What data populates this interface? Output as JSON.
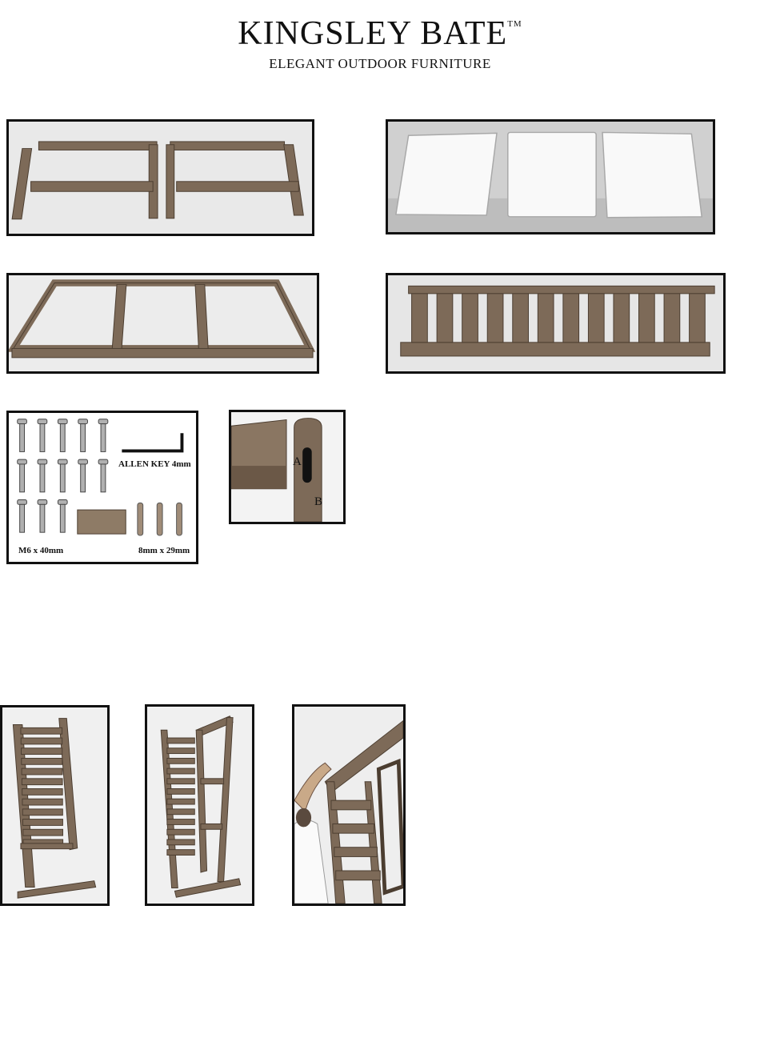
{
  "header": {
    "brand": "KINGSLEY BATE",
    "trademark": "TM",
    "tagline": "ELEGANT OUTDOOR FURNITURE"
  },
  "photos": {
    "frames": "side-frames-photo",
    "cushions": "seat-cushions-photo",
    "seat": "seat-frame-photo",
    "back": "slatted-back-photo",
    "hardware": {
      "allen_key": "ALLEN KEY 4mm",
      "bolt_size": "M6 x 40mm",
      "dowel_size": "8mm x 29mm"
    },
    "slot_detail": {
      "label_a": "A",
      "label_b": "B"
    },
    "step_1": "back-with-one-arm-photo",
    "step_2": "back-with-two-arms-photo",
    "step_3": "assembler-lifting-frame-photo"
  },
  "colors": {
    "wood": "#7d6a58",
    "wood_dark": "#4b3d30",
    "photo_bg": "#d7d7d7"
  }
}
